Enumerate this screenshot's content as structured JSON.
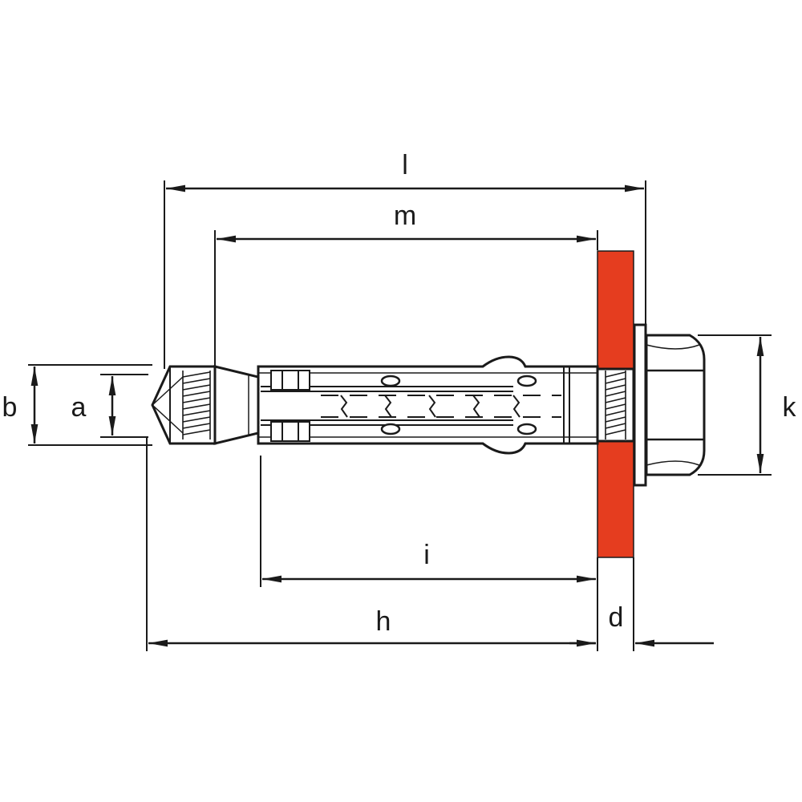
{
  "diagram": {
    "labels": {
      "l": "l",
      "m": "m",
      "i": "i",
      "h": "h",
      "d": "d",
      "a": "a",
      "b": "b",
      "k": "k"
    },
    "colors": {
      "line": "#1a1a1a",
      "fixture": "#e53d1f",
      "background": "#ffffff"
    }
  }
}
